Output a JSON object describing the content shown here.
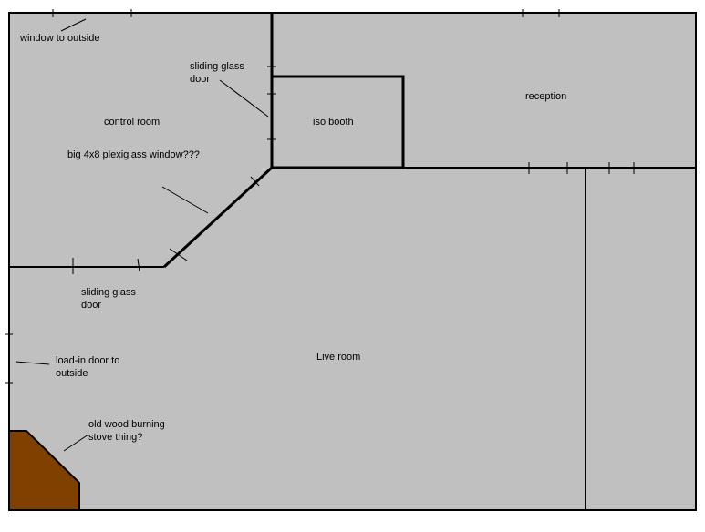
{
  "colors": {
    "floor": "#c0c0c0",
    "wall": "#000000",
    "stove": "#804000",
    "background": "#ffffff"
  },
  "labels": {
    "window_to_outside": "window to outside",
    "sliding_glass_door_top": "sliding glass\ndoor",
    "control_room": "control room",
    "iso_booth": "iso booth",
    "reception": "reception",
    "plexiglass_window": "big 4x8 plexiglass window???",
    "sliding_glass_door_left": "sliding glass\ndoor",
    "live_room": "Live room",
    "load_in_door": "load-in door to\noutside",
    "wood_stove": "old wood burning\nstove thing?"
  }
}
